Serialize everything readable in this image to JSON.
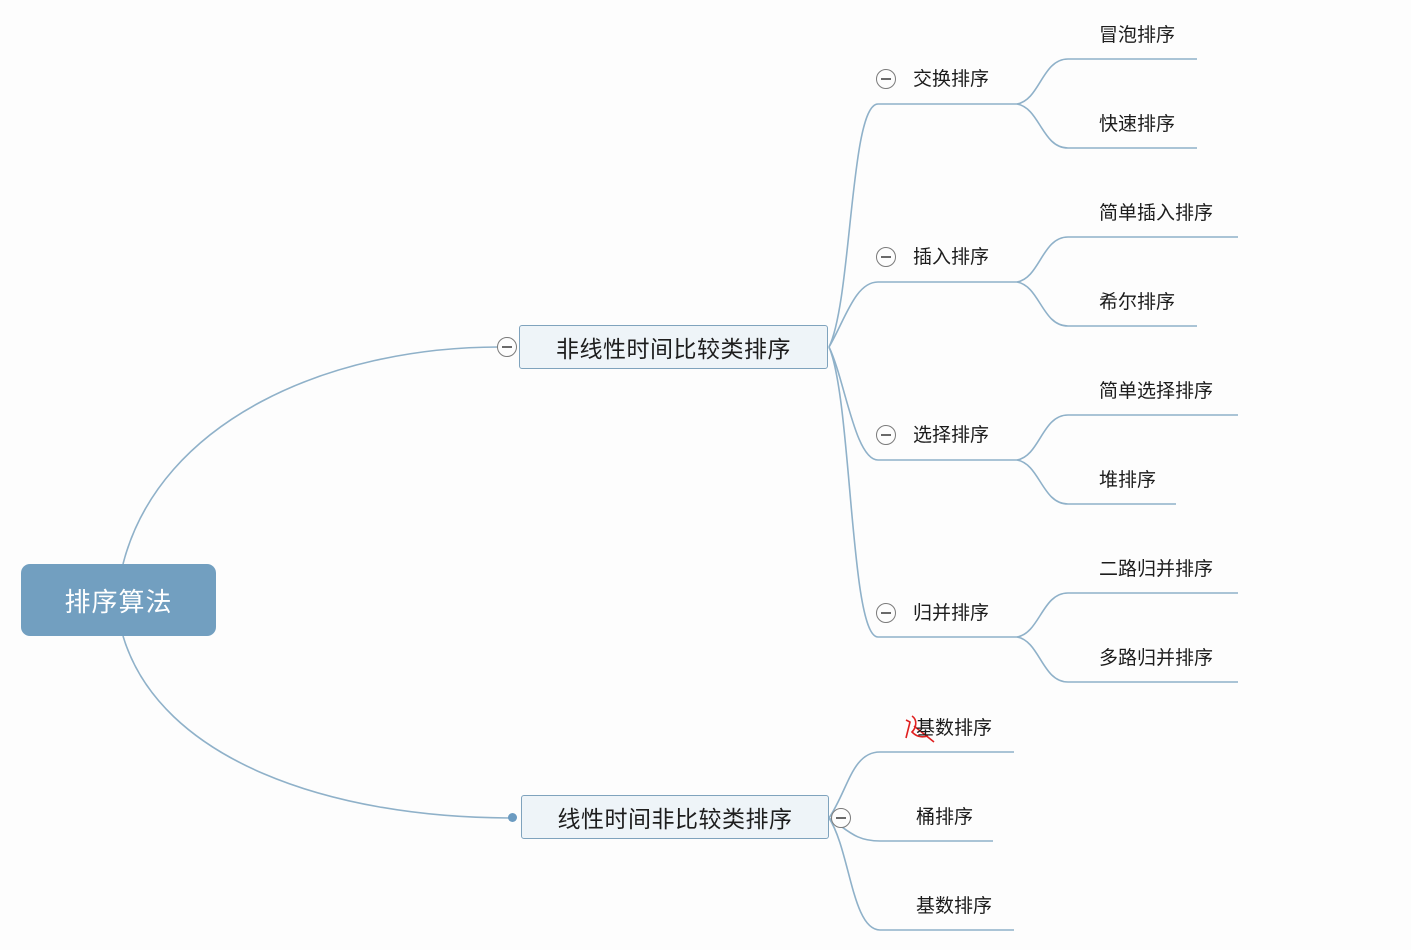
{
  "root": {
    "label": "排序算法"
  },
  "branches": [
    {
      "label": "非线性时间比较类排序",
      "groups": [
        {
          "label": "交换排序",
          "leaves": [
            "冒泡排序",
            "快速排序"
          ]
        },
        {
          "label": "插入排序",
          "leaves": [
            "简单插入排序",
            "希尔排序"
          ]
        },
        {
          "label": "选择排序",
          "leaves": [
            "简单选择排序",
            "堆排序"
          ]
        },
        {
          "label": "归并排序",
          "leaves": [
            "二路归并排序",
            "多路归并排序"
          ]
        }
      ]
    },
    {
      "label": "线性时间非比较类排序",
      "groups": [
        {
          "label": "基数排序",
          "annotation": "计",
          "leaves": []
        },
        {
          "label": "桶排序",
          "leaves": []
        },
        {
          "label": "基数排序",
          "leaves": []
        }
      ]
    }
  ],
  "colors": {
    "connector": "#8fb1c9",
    "root_fill": "#729fc0",
    "branch_fill": "#eef4f8",
    "annotation": "#e02020"
  }
}
